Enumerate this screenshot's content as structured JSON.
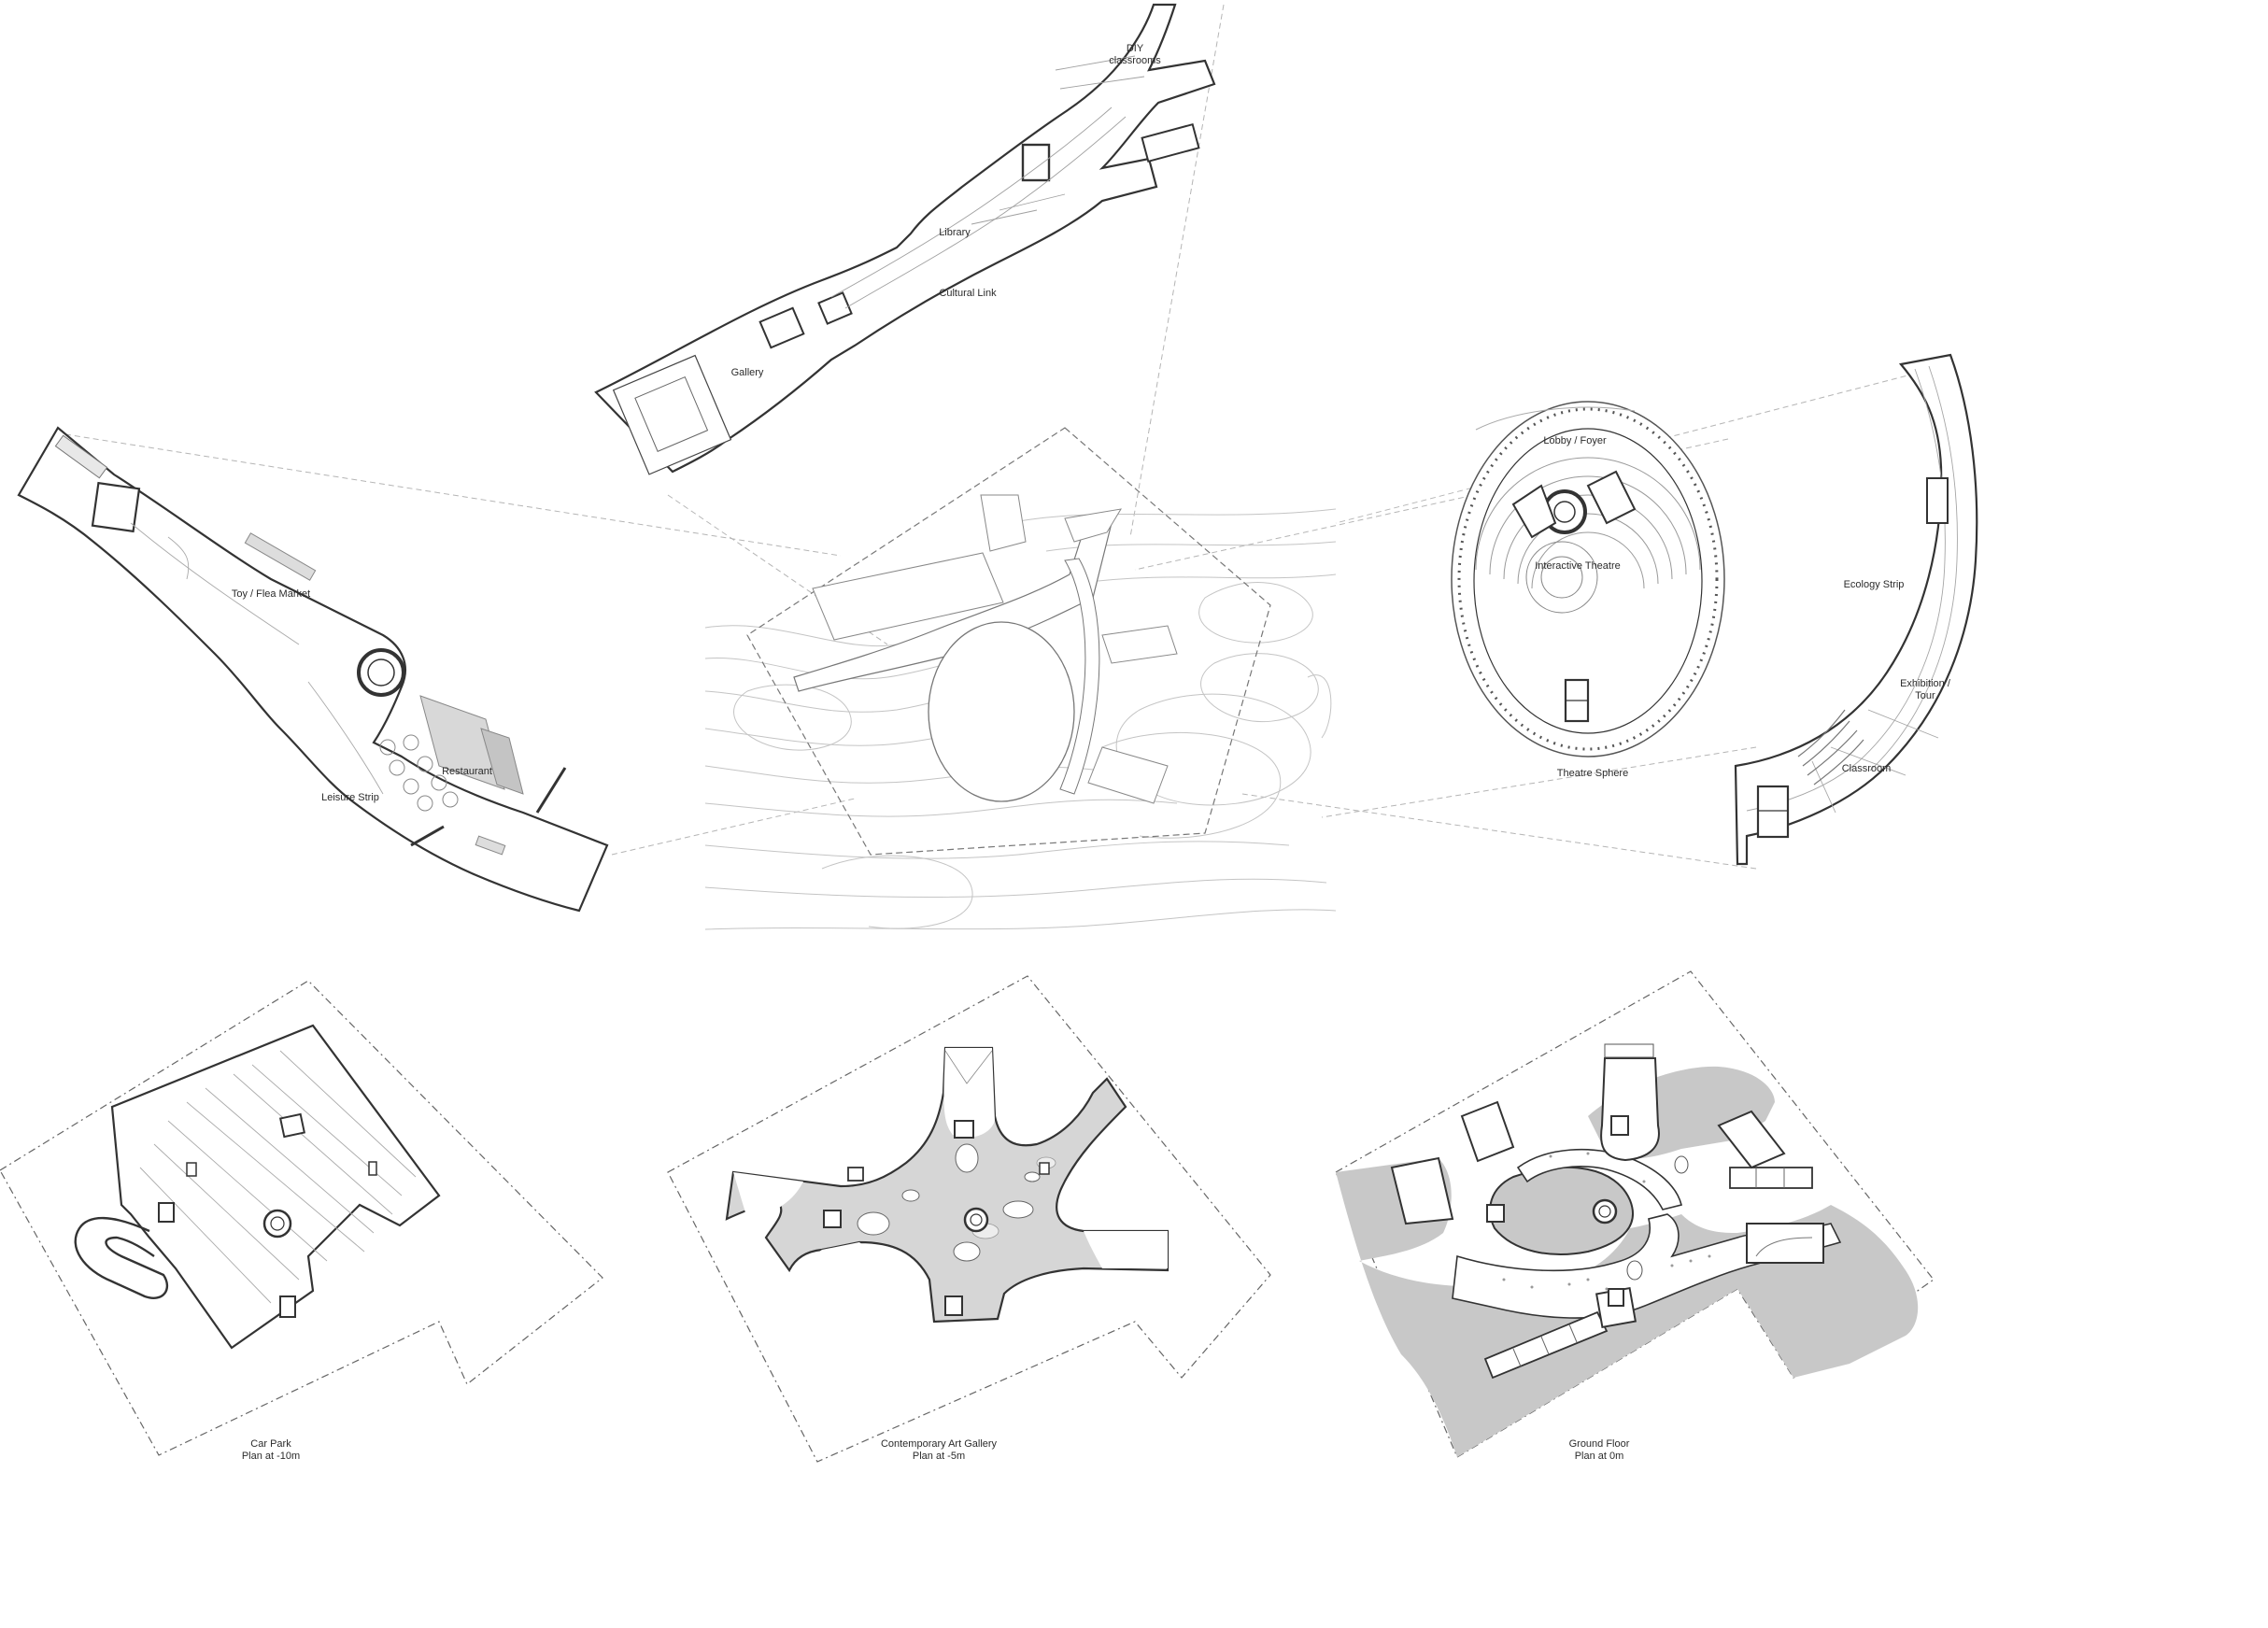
{
  "labels": {
    "diy_classrooms": "DIY classrooms",
    "library": "Library",
    "cultural_link": "Cultural Link",
    "gallery": "Gallery",
    "toy_flea_market": "Toy / Flea Market",
    "restaurant": "Restaurant",
    "leisure_strip": "Leisure Strip",
    "lobby_foyer": "Lobby / Foyer",
    "interactive_theatre": "Interactive Theatre",
    "theatre_sphere": "Theatre Sphere",
    "ecology_strip": "Ecology Strip",
    "exhibition_tour": "Exhibition / Tour",
    "classroom": "Classroom"
  },
  "captions": {
    "car_park_title": "Car Park",
    "car_park_level": "Plan at -10m",
    "gallery_title": "Contemporary Art Gallery",
    "gallery_level": "Plan at -5m",
    "ground_title": "Ground Floor",
    "ground_level": "Plan at 0m"
  },
  "colors": {
    "wall": "#333333",
    "line": "#9a9a9a",
    "fill_dark": "#c8c8c8",
    "fill_light": "#e2e2e2",
    "background": "#ffffff"
  }
}
